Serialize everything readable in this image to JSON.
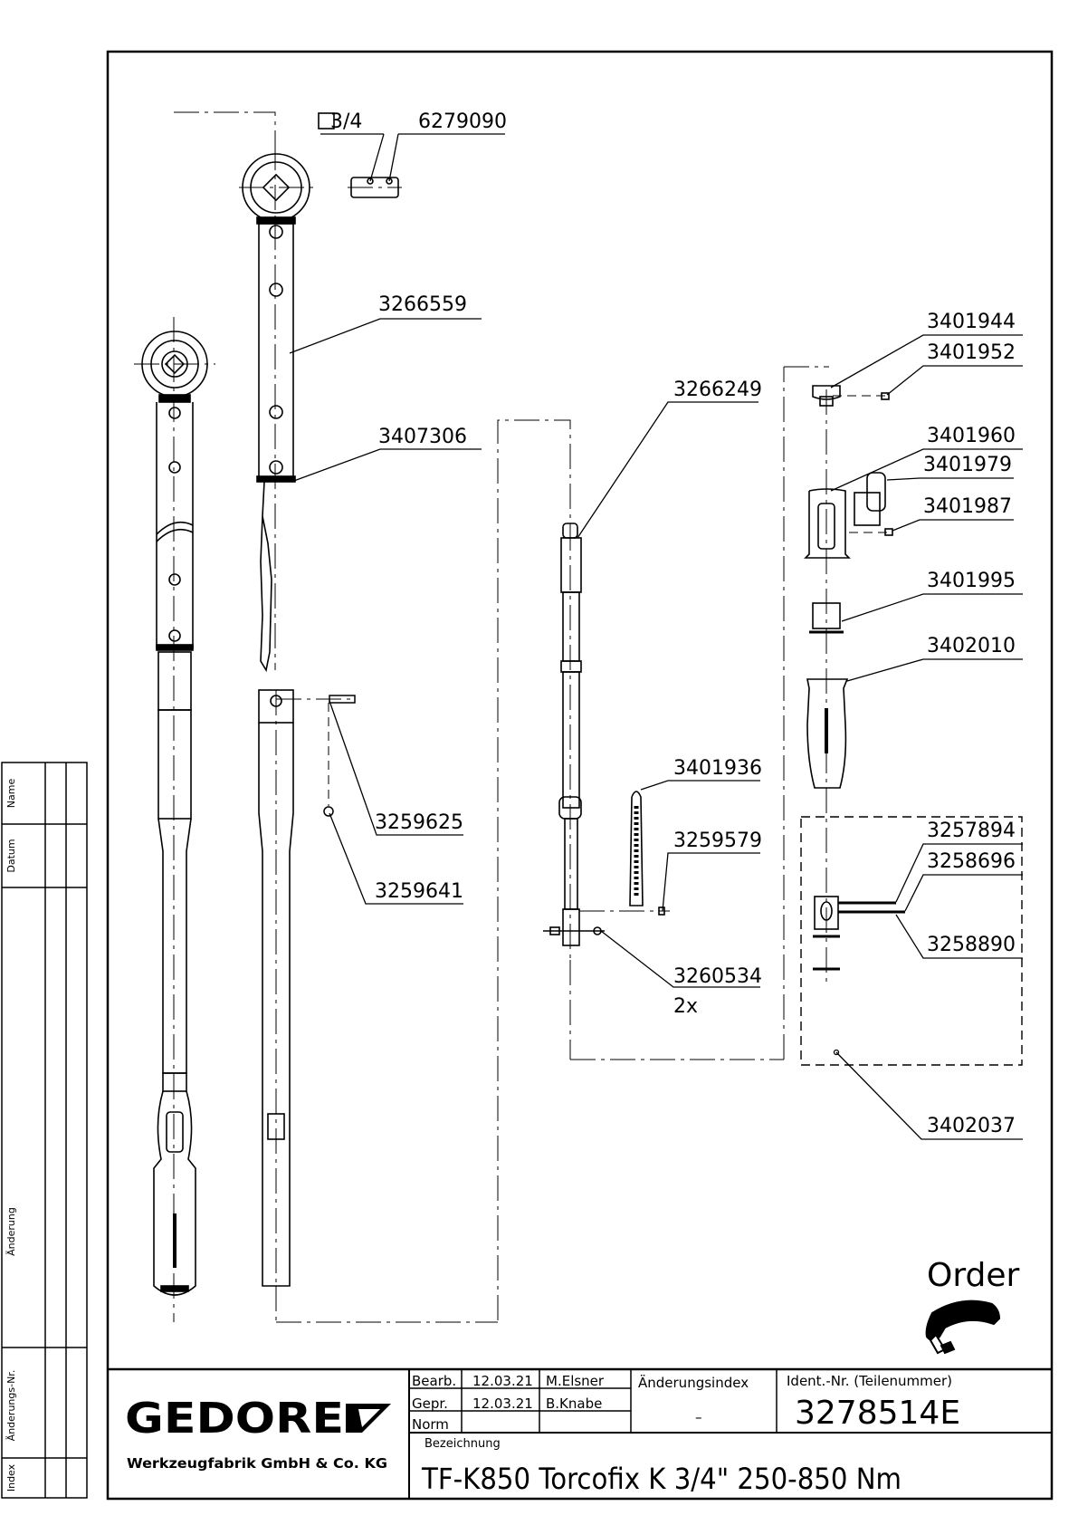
{
  "side_table": {
    "labels": [
      "Name",
      "Datum",
      "Änderung",
      "Änderungs-Nr.",
      "Index"
    ]
  },
  "parts": {
    "square_drive": "3/4",
    "p6279090": "6279090",
    "p3266559": "3266559",
    "p3407306": "3407306",
    "p3259625": "3259625",
    "p3259641": "3259641",
    "p3266249": "3266249",
    "p3401936": "3401936",
    "p3259579": "3259579",
    "p3260534": "3260534",
    "qty_3260534": "2x",
    "p3401944": "3401944",
    "p3401952": "3401952",
    "p3401960": "3401960",
    "p3401979": "3401979",
    "p3401987": "3401987",
    "p3401995": "3401995",
    "p3402010": "3402010",
    "p3257894": "3257894",
    "p3258696": "3258696",
    "p3258890": "3258890",
    "p3402037": "3402037"
  },
  "order": {
    "label": "Order",
    "icon": "phone-handset-icon"
  },
  "title_block": {
    "brand": "GEDORE",
    "company": "Werkzeugfabrik GmbH & Co. KG",
    "rows": [
      {
        "label": "Bearb.",
        "date": "12.03.21",
        "name": "M.Elsner"
      },
      {
        "label": "Gepr.",
        "date": "12.03.21",
        "name": "B.Knabe"
      },
      {
        "label": "Norm",
        "date": "",
        "name": ""
      }
    ],
    "change_index_label": "Änderungsindex",
    "change_index_value": "–",
    "ident_label": "Ident.-Nr.  (Teilenummer)",
    "ident_value": "3278514E",
    "designation_label": "Bezeichnung",
    "designation": "TF-K850 Torcofix K 3/4\" 250-850 Nm"
  }
}
